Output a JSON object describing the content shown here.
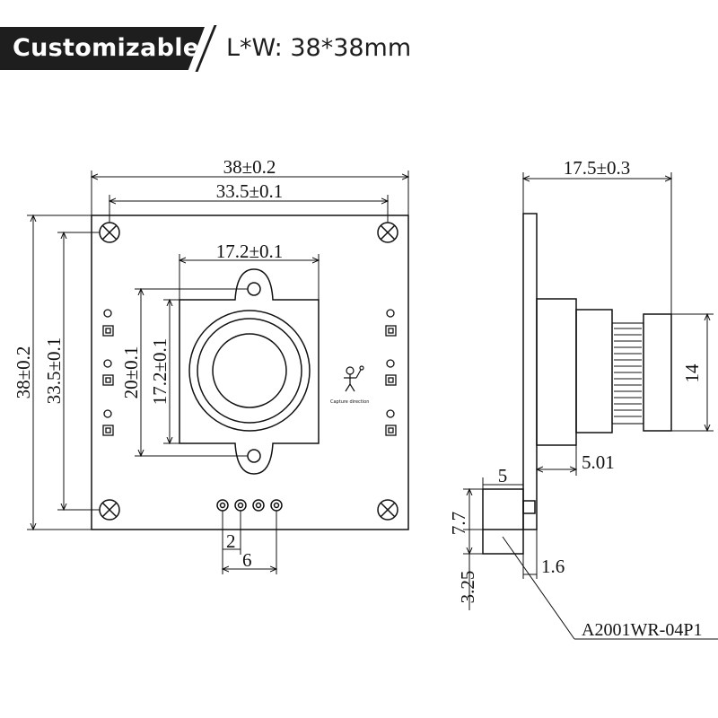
{
  "header": {
    "tag_label": "Customizable",
    "size_text": "L*W:  38*38mm"
  },
  "front_view": {
    "overall_width": "38±0.2",
    "hole_spacing_width": "33.5±0.1",
    "lens_mount_width": "17.2±0.1",
    "overall_height": "38±0.2",
    "hole_spacing_height": "33.5±0.1",
    "mount_hole_spacing": "20±0.1",
    "lens_mount_height": "17.2±0.1",
    "capture_direction": "Capture direction",
    "pin_pitch": "2",
    "pin_span": "6"
  },
  "side_view": {
    "overall_depth": "17.5±0.3",
    "lens_diameter": "14",
    "lens_step": "5.01",
    "connector_width": "5",
    "connector_height": "7.7",
    "connector_offset": "3.25",
    "board_gap": "1.6",
    "connector_part": "A2001WR-04P1"
  },
  "colors": {
    "ink": "#111111",
    "banner": "#1e1e1e",
    "background": "#ffffff"
  }
}
